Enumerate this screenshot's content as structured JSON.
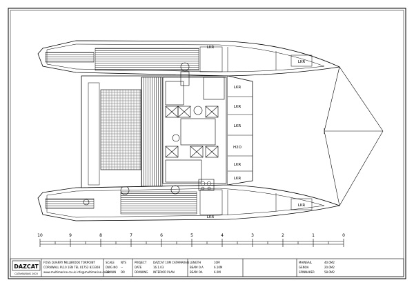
{
  "scale_bar": {
    "ticks": [
      "10",
      "9",
      "8",
      "7",
      "6",
      "5",
      "4",
      "3",
      "2",
      "1",
      "0"
    ]
  },
  "locker_labels": {
    "port_hull": "LKR",
    "stbd_hull": "LKR",
    "port_bow": "LKR",
    "stbd_bow": "LKR",
    "cabin": [
      "LKR",
      "LKR",
      "LKR",
      "LKR",
      "LKR"
    ],
    "water_tank": "H2O"
  },
  "title_block": {
    "logo": "DAZCAT",
    "logo_sub": "CATAMARANS 2003",
    "address_lines": [
      "FOSS QUARRY   MILLBROOK   TORPOINT",
      "CORNWALL  PL10 1EN   TEL 01752 823308",
      "www.multimarine.co.uk   info@multimarine.co.uk"
    ],
    "scale_label": "SCALE",
    "scale_value": "NTS",
    "dwg_label": "DWG NO",
    "dwg_value": "--",
    "drawn_label": "DRAWN",
    "drawn_value": "DR",
    "project_label": "PROJECT",
    "project_value": "DAZCAT 10M CATAMARAN",
    "date_label": "DATE",
    "date_value": "16.1.03",
    "drawing_label": "DRAWING",
    "drawing_value": "INTERIOR PLAN",
    "spec_labels": [
      "LENGTH",
      "BEAM O.A",
      "BEAM OA"
    ],
    "spec_values": [
      "10M",
      "6.10M",
      "6.0M"
    ],
    "sail_labels": [
      "MAINSAIL",
      "GENOA",
      "SPINNAKER"
    ],
    "sail_values": [
      "40.0M2",
      "20.0M2",
      "58.0M2"
    ]
  }
}
